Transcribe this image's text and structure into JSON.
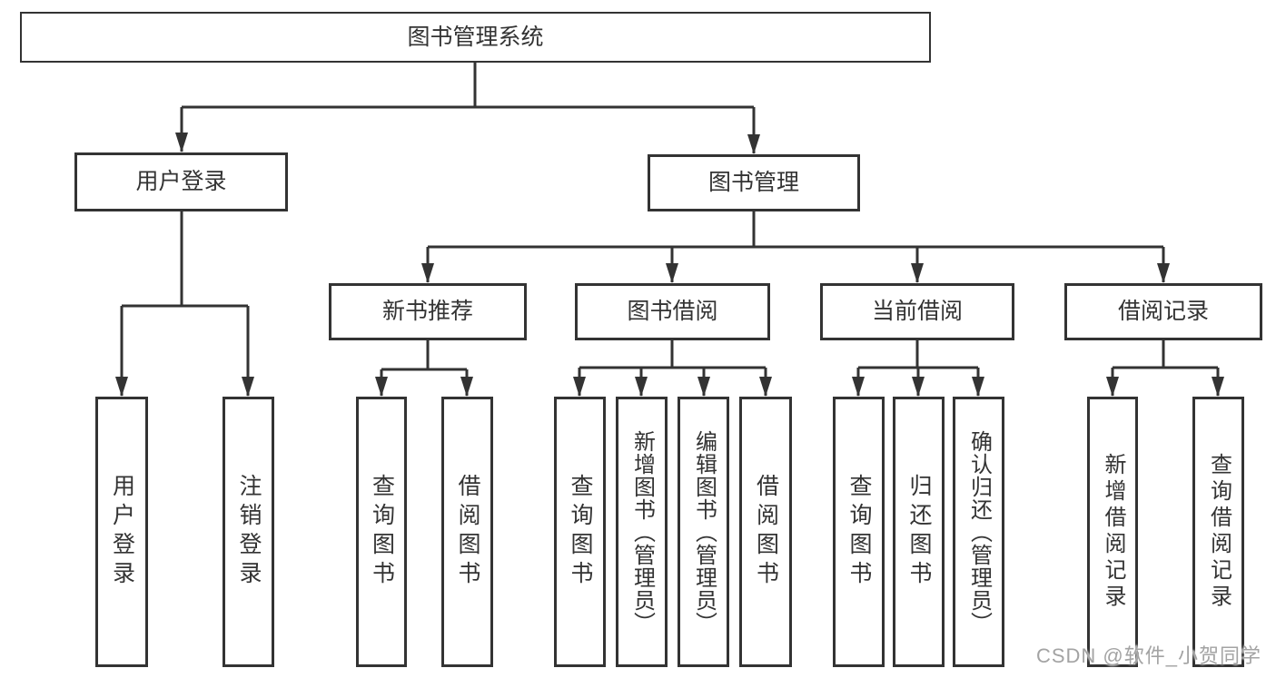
{
  "title": "图书管理系统",
  "watermark": "CSDN @软件_小贺同学",
  "colors": {
    "line": "#333333",
    "text": "#333333",
    "box_background": "#ffffff",
    "page_background": "#ffffff",
    "watermark": "#a3a3a3"
  },
  "tree": {
    "root": {
      "label": "图书管理系统"
    },
    "level2": [
      {
        "label": "用户登录"
      },
      {
        "label": "图书管理"
      }
    ],
    "level3": [
      {
        "label": "新书推荐"
      },
      {
        "label": "图书借阅"
      },
      {
        "label": "当前借阅"
      },
      {
        "label": "借阅记录"
      }
    ],
    "leaves": {
      "user_login": [
        {
          "label": "用户登录"
        },
        {
          "label": "注销登录"
        }
      ],
      "new_book": [
        {
          "label": "查询图书"
        },
        {
          "label": "借阅图书"
        }
      ],
      "borrow": [
        {
          "label": "查询图书"
        },
        {
          "label": "新增图书（管理员）"
        },
        {
          "label": "编辑图书（管理员）"
        },
        {
          "label": "借阅图书"
        }
      ],
      "current": [
        {
          "label": "查询图书"
        },
        {
          "label": "归还图书"
        },
        {
          "label": "确认归还（管理员）"
        }
      ],
      "records": [
        {
          "label": "新增借阅记录"
        },
        {
          "label": "查询借阅记录"
        }
      ]
    }
  }
}
